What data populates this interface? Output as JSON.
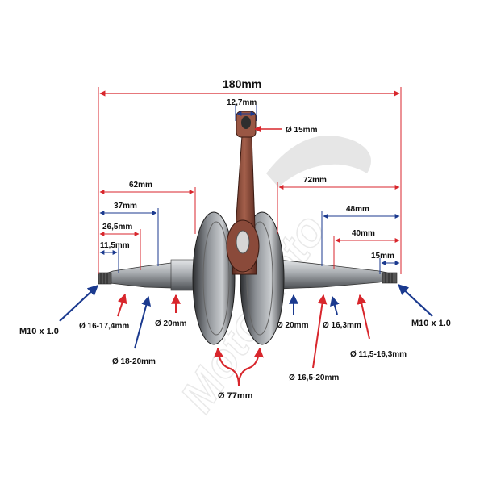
{
  "watermark": {
    "text": "MotoMoto"
  },
  "dimensions": {
    "overall_length": "180mm",
    "rod_width": "12,7mm",
    "small_end_diameter": "Ø 15mm",
    "left_62": "62mm",
    "left_37": "37mm",
    "left_26_5": "26,5mm",
    "left_11_5": "11,5mm",
    "right_72": "72mm",
    "right_48": "48mm",
    "right_40": "40mm",
    "right_15": "15mm"
  },
  "callouts": {
    "thread_left": "M10 x 1.0",
    "thread_right": "M10 x 1.0",
    "dia_16_17": "Ø 16-17,4mm",
    "dia_18_20": "Ø 18-20mm",
    "dia_20_left": "Ø 20mm",
    "dia_20_right": "Ø 20mm",
    "dia_16_3": "Ø 16,3mm",
    "dia_11_5_16_3": "Ø 11,5-16,3mm",
    "dia_16_5_20": "Ø 16,5-20mm",
    "dia_77": "Ø 77mm"
  },
  "colors": {
    "red": "#d8262c",
    "blue": "#1b3a8f",
    "steel": "#9ea3a8",
    "bronze": "#8a4a3a"
  }
}
